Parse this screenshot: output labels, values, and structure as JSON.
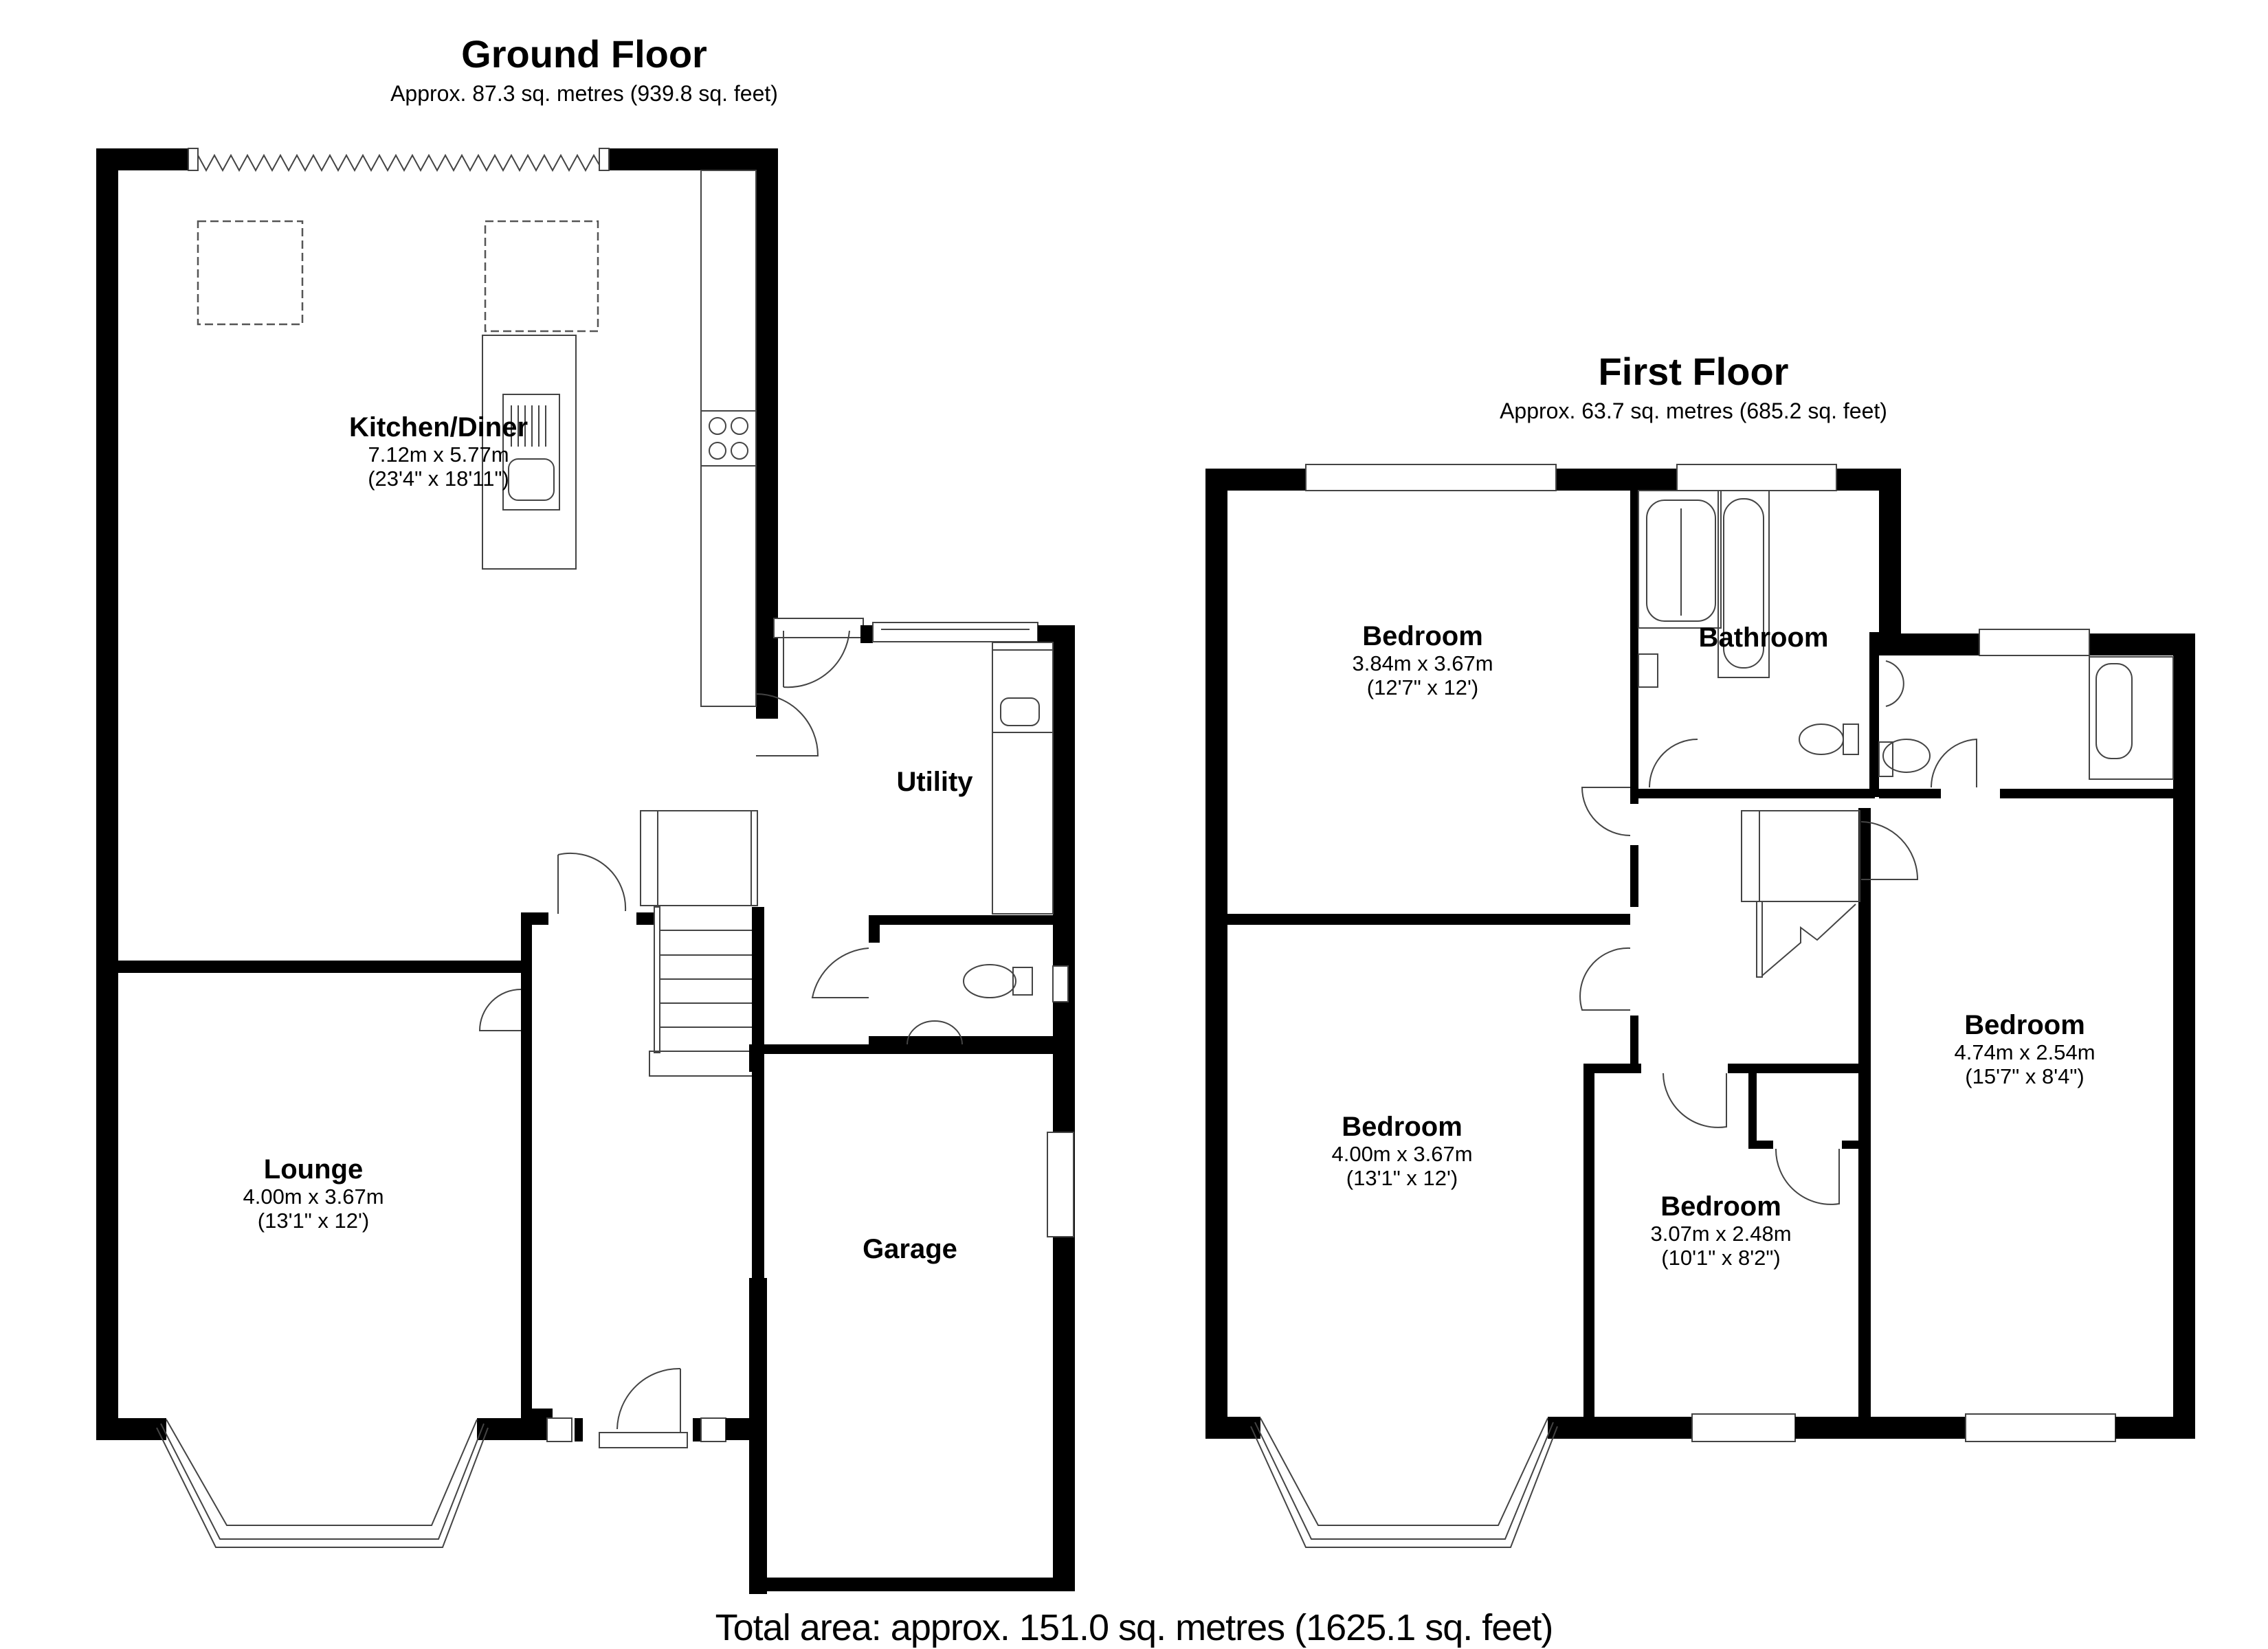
{
  "ground_floor": {
    "title": "Ground Floor",
    "area": "Approx.  87.3 sq. metres (939.8 sq. feet)",
    "rooms": [
      {
        "name": "Kitchen/Diner",
        "dim_m": "7.12m x 5.77m",
        "dim_ft": "(23'4\" x 18'11\")"
      },
      {
        "name": "Utility",
        "dim_m": "",
        "dim_ft": ""
      },
      {
        "name": "Lounge",
        "dim_m": "4.00m x 3.67m",
        "dim_ft": "(13'1\" x 12')"
      },
      {
        "name": "Garage",
        "dim_m": "",
        "dim_ft": ""
      }
    ]
  },
  "first_floor": {
    "title": "First Floor",
    "area": "Approx.  63.7 sq. metres (685.2 sq. feet)",
    "rooms": [
      {
        "name": "Bedroom",
        "dim_m": "3.84m x 3.67m",
        "dim_ft": "(12'7\" x 12')"
      },
      {
        "name": "Bathroom",
        "dim_m": "",
        "dim_ft": ""
      },
      {
        "name": "Bedroom",
        "dim_m": "4.00m x 3.67m",
        "dim_ft": "(13'1\" x 12')"
      },
      {
        "name": "Bedroom",
        "dim_m": "3.07m x 2.48m",
        "dim_ft": "(10'1\" x 8'2\")"
      },
      {
        "name": "Bedroom",
        "dim_m": "4.74m x 2.54m",
        "dim_ft": "(15'7\" x 8'4\")"
      }
    ]
  },
  "total_area": "Total area: approx. 151.0 sq. metres (1625.1 sq. feet)",
  "colors": {
    "wall": "#000000",
    "fixture_line": "#444444",
    "background": "#ffffff"
  }
}
